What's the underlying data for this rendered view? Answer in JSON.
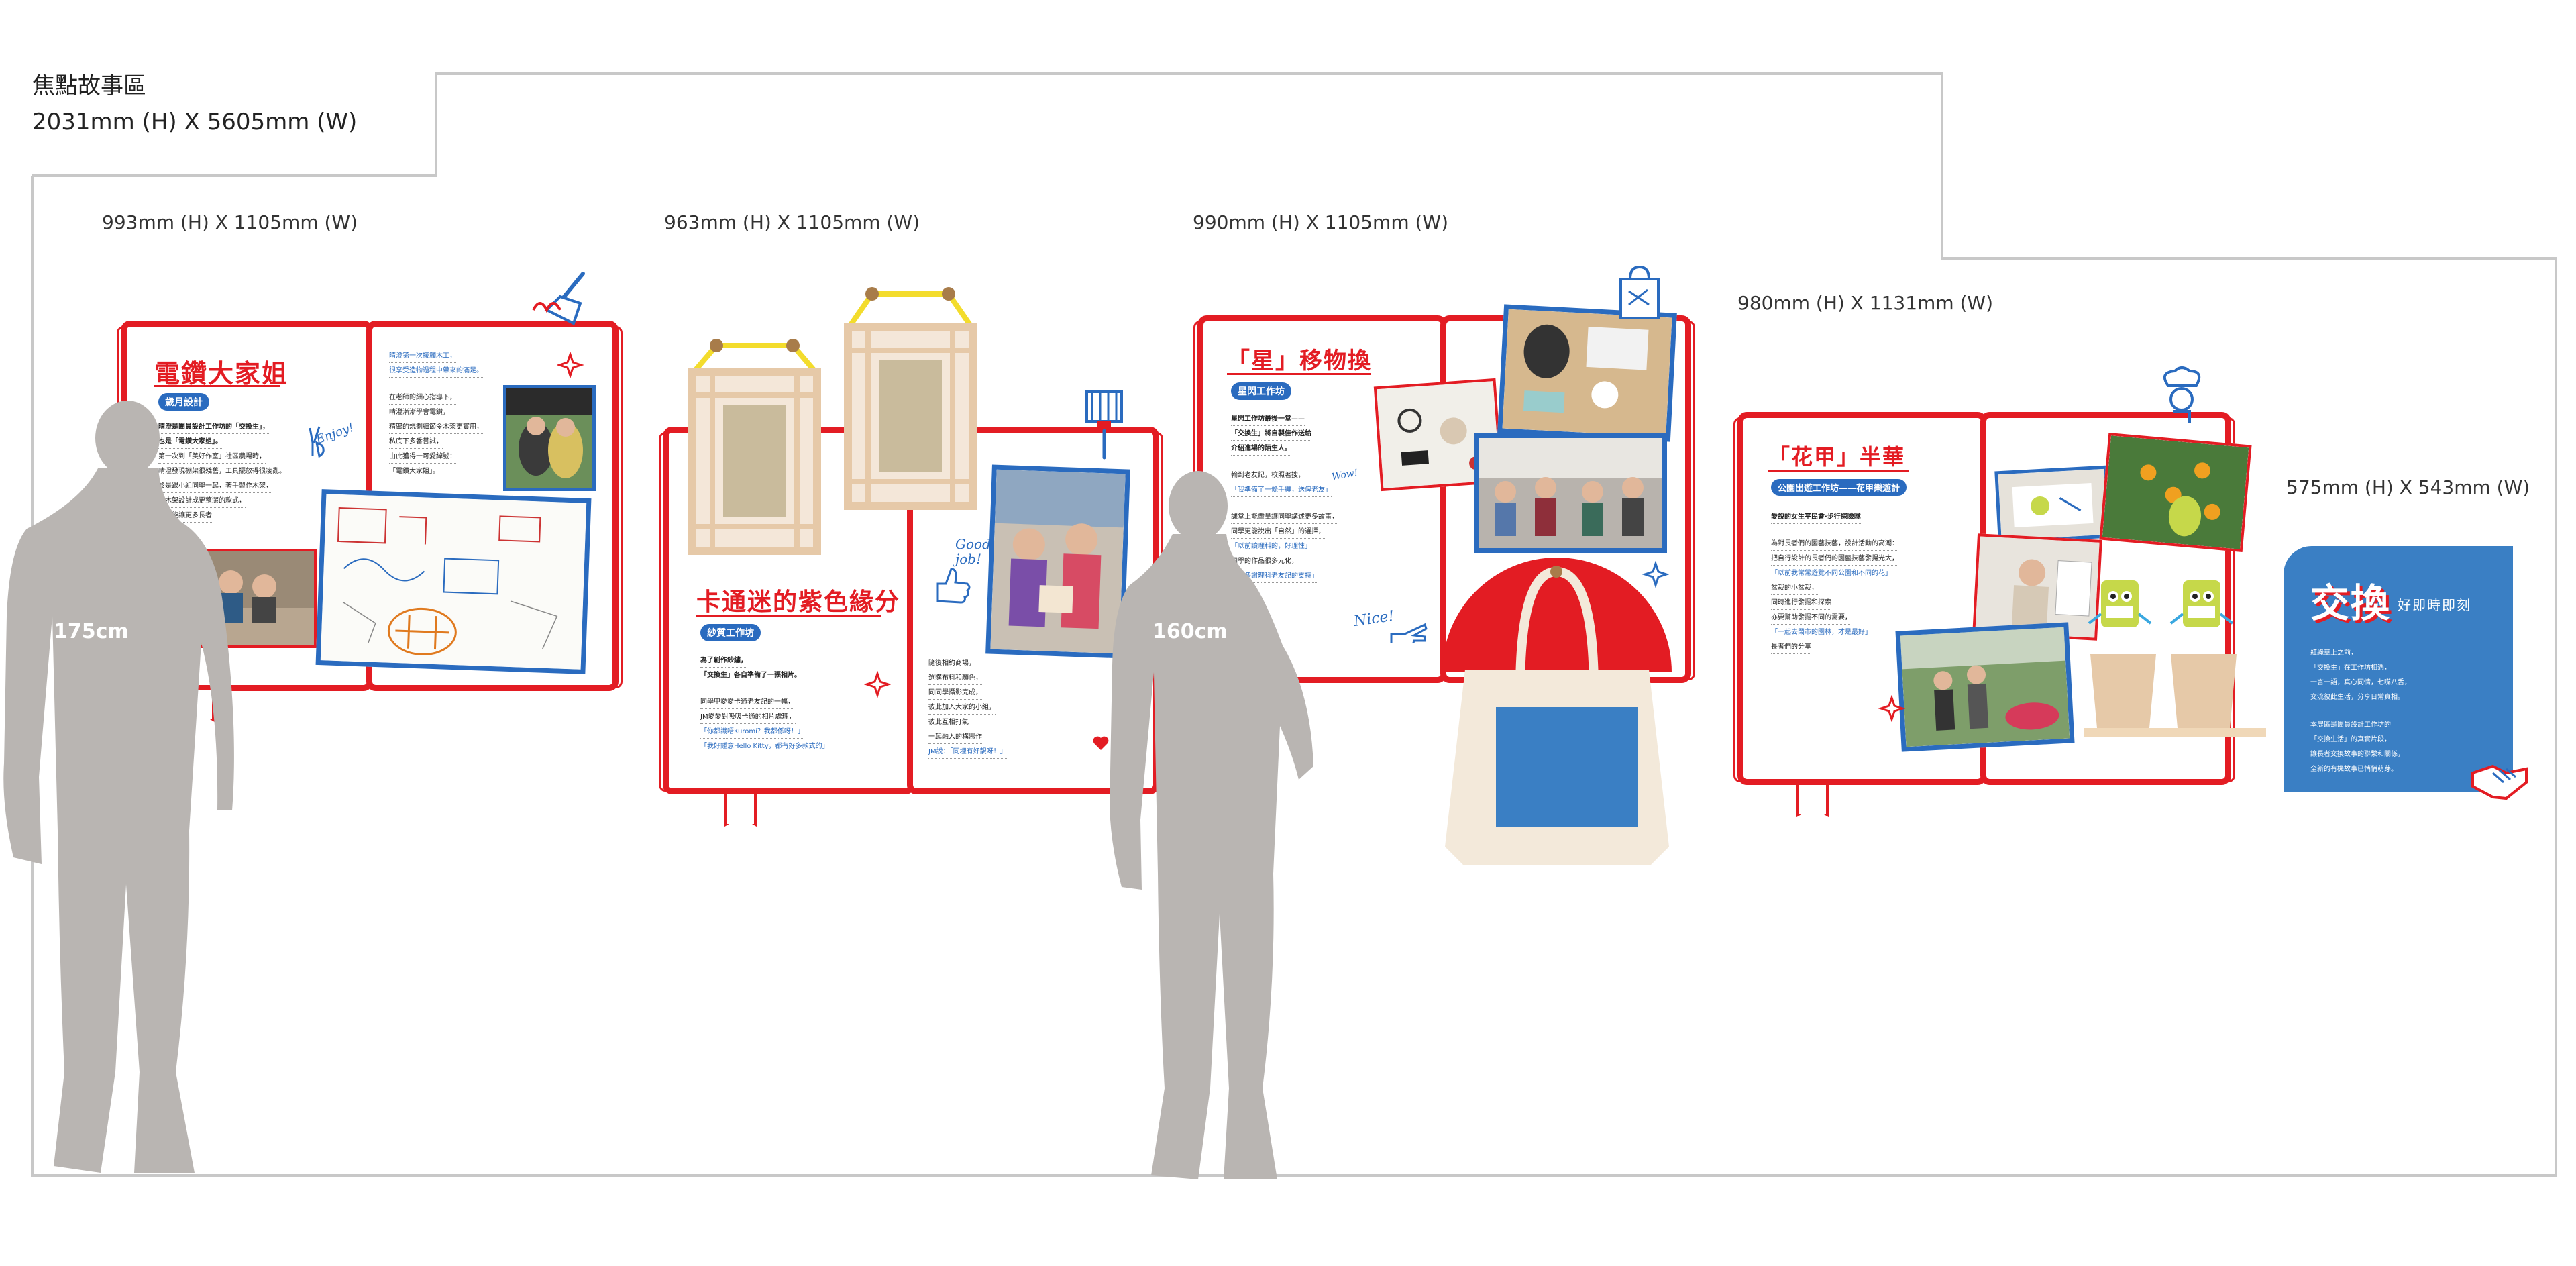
{
  "header": {
    "title": "焦點故事區",
    "size": "2031mm (H)  X 5605mm (W)"
  },
  "panels": {
    "p1": {
      "size": "993mm (H)  X 1105mm (W)",
      "title": "電鑽大家姐",
      "tag": "歲月設計",
      "left_lines": [
        "晴澄是團員設計工作坊的「交換生」，",
        "也是「電鑽大家姐」。",
        "第一次到「美好作室」社區農場時，",
        "晴澄發現棚架很殘舊，工具擺放得很凌亂。",
        "於是跟小組同學一起，著手製作木架，",
        "把木架設計成更整潔的款式，",
        "希望能讓更多長者"
      ],
      "right_lines": [
        "晴澄第一次接觸木工，",
        "很享受造物過程中帶來的滿足。",
        "在老師的細心指導下，",
        "晴澄漸漸學會電鑽，",
        "精密的規劃細節令木架更實用，",
        "私底下多番嘗試，",
        "由此獲得一可愛綽號：",
        "「電鑽大家姐」。"
      ]
    },
    "p2": {
      "size": "963mm (H)  X 1105mm (W)",
      "title": "卡通迷的紫色緣分",
      "tag": "紗質工作坊",
      "left_lines": [
        "為了創作紗繡，",
        "「交換生」各自準備了一張相片。",
        "同學甲愛愛卡通老友記的一幅，",
        "JM愛愛對吸吸卡通的相片處理，",
        "「你都識唔Kuromi？我都係呀！」",
        "「我好鍾意Hello Kitty，都有好多款式的」"
      ],
      "right_lines": [
        "隨後相約商場，",
        "選購布料和顏色，",
        "同同學攝影完成，",
        "彼此加入大家的小組，",
        "彼此互相打氣",
        "一起融入的構思作",
        "JM說：「同埋有好靚呀！」"
      ]
    },
    "p3": {
      "size": "990mm (H)  X 1105mm (W)",
      "title": "「星」移物換",
      "tag": "星閃工作坊",
      "lines": [
        "星閃工作坊最後一堂——",
        "「交換生」將自製佳作送給",
        "介紹進場的陌生人。",
        "輪到老友記，校照著搜，",
        "「我準備了一條手繩，送俾老友」",
        "課堂上能盡量讓同學講述更多故事，",
        "同學更能說出「自然」的選擇，",
        "「以前讀理科的，好理性」",
        "同學的作品很多元化，",
        "「好多謝理科老友記的支持」"
      ]
    },
    "p4": {
      "size": "980mm (H)  X 1131mm (W)",
      "title": "「花甲」半華",
      "tag": "公園出遊工作坊——花甲樂遊計",
      "lines": [
        "愛說的女生平民會·步行探險隊",
        "為對長者們的園藝技藝，設計活動的高潮：",
        "把自行設計的長者們的園藝技藝發揚光大，",
        "「以前我常常遊覽不同公園和不同的花」",
        "盆栽的小盆栽，",
        "同時進行發掘和探索",
        "亦要幫助發掘不同的需要，",
        "「一起去鬧市的園林，才是最好」",
        "長者們的分享"
      ]
    },
    "p5": {
      "size": "575mm (H)  X 543mm (W)",
      "title": "交換",
      "subtitle": "好即時即刻",
      "lines": [
        "紅綠章上之前，",
        "「交換生」在工作坊相遇，",
        "一言一語，真心同情，七嘴八舌，",
        "交流彼此生活，分享日常真相。",
        "本展區是團員設計工作坊的",
        "「交換生活」的真實片段，",
        "讓長者交換故事的聯繫和關係，",
        "全新的有機故事已悄悄萌芽。"
      ]
    }
  },
  "figures": {
    "tall": "175cm",
    "short": "160cm"
  },
  "doodles": {
    "enjoy": "Enjoy!",
    "good": "Good job!",
    "nice": "Nice!",
    "wow": "Wow!"
  },
  "colors": {
    "red": "#e31c23",
    "blue": "#2a6bbf",
    "grey": "#b9b5b2",
    "beige": "#e6c9a8"
  }
}
